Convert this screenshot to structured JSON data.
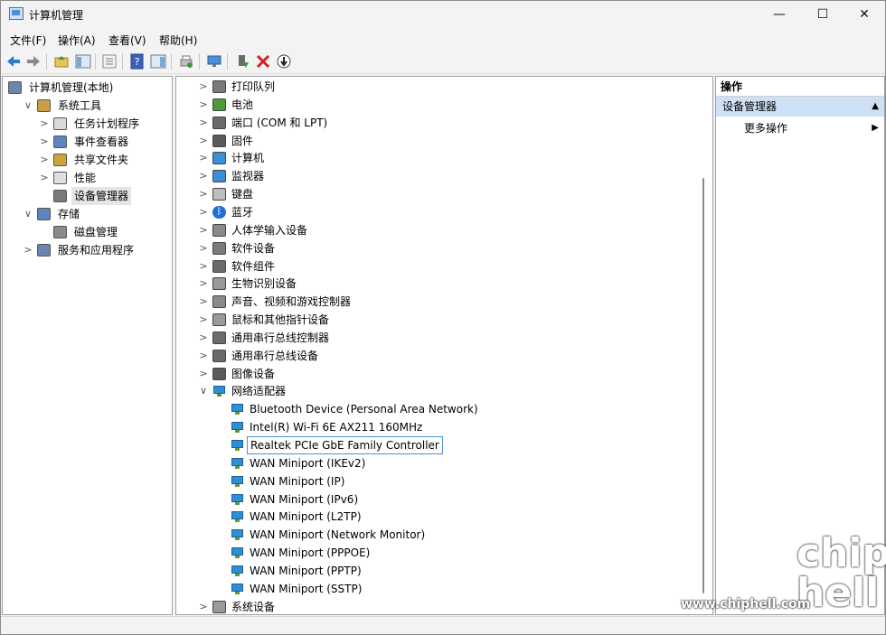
{
  "window": {
    "title": "计算机管理",
    "buttons": {
      "minimize": "—",
      "maximize": "☐",
      "close": "✕"
    }
  },
  "menu": [
    "文件(F)",
    "操作(A)",
    "查看(V)",
    "帮助(H)"
  ],
  "toolbar_icons": [
    "back-icon",
    "forward-icon",
    "up-folder-icon",
    "show-tree-icon",
    "properties-icon",
    "help-icon",
    "action-pane-icon",
    "print-icon",
    "monitor-icon",
    "enable-device-icon",
    "uninstall-icon",
    "update-driver-icon"
  ],
  "left_tree": [
    {
      "label": "计算机管理(本地)",
      "level": 0,
      "expander": "",
      "icon": "computer-icon"
    },
    {
      "label": "系统工具",
      "level": 1,
      "expander": "∨",
      "icon": "tools-icon"
    },
    {
      "label": "任务计划程序",
      "level": 2,
      "expander": ">",
      "icon": "clock-icon"
    },
    {
      "label": "事件查看器",
      "level": 2,
      "expander": ">",
      "icon": "event-viewer-icon"
    },
    {
      "label": "共享文件夹",
      "level": 2,
      "expander": ">",
      "icon": "shared-folder-icon"
    },
    {
      "label": "性能",
      "level": 2,
      "expander": ">",
      "icon": "performance-icon"
    },
    {
      "label": "设备管理器",
      "level": 2,
      "expander": "",
      "icon": "device-manager-icon",
      "selected": true
    },
    {
      "label": "存储",
      "level": 1,
      "expander": "∨",
      "icon": "storage-icon"
    },
    {
      "label": "磁盘管理",
      "level": 2,
      "expander": "",
      "icon": "disk-icon"
    },
    {
      "label": "服务和应用程序",
      "level": 1,
      "expander": ">",
      "icon": "services-icon"
    }
  ],
  "device_tree": [
    {
      "label": "打印队列",
      "expander": ">",
      "icon": "printer-icon",
      "child": false
    },
    {
      "label": "电池",
      "expander": ">",
      "icon": "battery-icon",
      "child": false
    },
    {
      "label": "端口 (COM 和 LPT)",
      "expander": ">",
      "icon": "port-icon",
      "child": false
    },
    {
      "label": "固件",
      "expander": ">",
      "icon": "firmware-icon",
      "child": false
    },
    {
      "label": "计算机",
      "expander": ">",
      "icon": "computer-icon",
      "child": false
    },
    {
      "label": "监视器",
      "expander": ">",
      "icon": "monitor-icon",
      "child": false
    },
    {
      "label": "键盘",
      "expander": ">",
      "icon": "keyboard-icon",
      "child": false
    },
    {
      "label": "蓝牙",
      "expander": ">",
      "icon": "bluetooth-icon",
      "child": false
    },
    {
      "label": "人体学输入设备",
      "expander": ">",
      "icon": "hid-icon",
      "child": false
    },
    {
      "label": "软件设备",
      "expander": ">",
      "icon": "software-device-icon",
      "child": false
    },
    {
      "label": "软件组件",
      "expander": ">",
      "icon": "software-component-icon",
      "child": false
    },
    {
      "label": "生物识别设备",
      "expander": ">",
      "icon": "biometric-icon",
      "child": false
    },
    {
      "label": "声音、视频和游戏控制器",
      "expander": ">",
      "icon": "speaker-icon",
      "child": false
    },
    {
      "label": "鼠标和其他指针设备",
      "expander": ">",
      "icon": "mouse-icon",
      "child": false
    },
    {
      "label": "通用串行总线控制器",
      "expander": ">",
      "icon": "usb-icon",
      "child": false
    },
    {
      "label": "通用串行总线设备",
      "expander": ">",
      "icon": "usb-icon",
      "child": false
    },
    {
      "label": "图像设备",
      "expander": ">",
      "icon": "camera-icon",
      "child": false
    },
    {
      "label": "网络适配器",
      "expander": "∨",
      "icon": "network-adapter-icon",
      "child": false
    },
    {
      "label": "Bluetooth Device (Personal Area Network)",
      "expander": "",
      "icon": "network-adapter-icon",
      "child": true
    },
    {
      "label": "Intel(R) Wi-Fi 6E AX211 160MHz",
      "expander": "",
      "icon": "network-adapter-icon",
      "child": true
    },
    {
      "label": "Realtek PCIe GbE Family Controller",
      "expander": "",
      "icon": "network-adapter-icon",
      "child": true,
      "focused": true
    },
    {
      "label": "WAN Miniport (IKEv2)",
      "expander": "",
      "icon": "network-adapter-icon",
      "child": true
    },
    {
      "label": "WAN Miniport (IP)",
      "expander": "",
      "icon": "network-adapter-icon",
      "child": true
    },
    {
      "label": "WAN Miniport (IPv6)",
      "expander": "",
      "icon": "network-adapter-icon",
      "child": true
    },
    {
      "label": "WAN Miniport (L2TP)",
      "expander": "",
      "icon": "network-adapter-icon",
      "child": true
    },
    {
      "label": "WAN Miniport (Network Monitor)",
      "expander": "",
      "icon": "network-adapter-icon",
      "child": true
    },
    {
      "label": "WAN Miniport (PPPOE)",
      "expander": "",
      "icon": "network-adapter-icon",
      "child": true
    },
    {
      "label": "WAN Miniport (PPTP)",
      "expander": "",
      "icon": "network-adapter-icon",
      "child": true
    },
    {
      "label": "WAN Miniport (SSTP)",
      "expander": "",
      "icon": "network-adapter-icon",
      "child": true
    },
    {
      "label": "系统设备",
      "expander": ">",
      "icon": "system-device-icon",
      "child": false
    }
  ],
  "actions": {
    "header": "操作",
    "section": "设备管理器",
    "item": "更多操作"
  },
  "watermark": {
    "site": "www.chiphell.com",
    "logo": "chip hell"
  },
  "colors": {
    "selection": "#cde0f5",
    "focus_border": "#4f8ed8",
    "adapter_blue": "#2e8fd6"
  }
}
